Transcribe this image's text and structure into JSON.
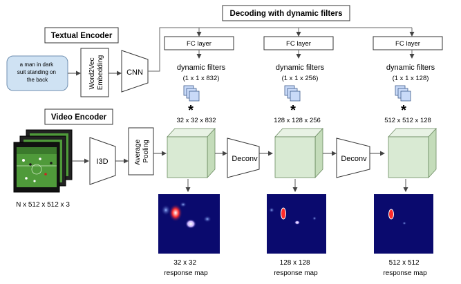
{
  "textual_encoder": {
    "title": "Textual Encoder",
    "sentence_lines": [
      "a man in dark",
      "suit standing on",
      "the back"
    ],
    "word2vec_lines": [
      "Word2Vec",
      "Embedding"
    ],
    "cnn_label": "CNN"
  },
  "decoding": {
    "title": "Decoding with dynamic filters",
    "fc_label": "FC layer",
    "filter_caption": "dynamic filters",
    "stages": [
      {
        "filter_shape": "(1 x 1 x 832)",
        "feature_size": "32 x 32 x 832",
        "map_caption": [
          "32 x 32",
          "response map"
        ]
      },
      {
        "filter_shape": "(1 x 1 x 256)",
        "feature_size": "128 x 128 x 256",
        "map_caption": [
          "128 x 128",
          "response map"
        ]
      },
      {
        "filter_shape": "(1 x 1 x 128)",
        "feature_size": "512 x 512 x 128",
        "map_caption": [
          "512 x 512",
          "response map"
        ]
      }
    ],
    "deconv_label": "Deconv",
    "convolve_symbol": "*"
  },
  "video_encoder": {
    "title": "Video Encoder",
    "input_size": "N x 512 x 512 x 3",
    "i3d_label": "I3D",
    "pooling_lines": [
      "Average",
      "Pooling"
    ]
  },
  "colors": {
    "sentence_fill": "#cfe2f3",
    "feature_front": "#d9ead3",
    "feature_top": "#e8f2e4",
    "feature_side": "#c4dcba",
    "filter_fill": "#c9daf8",
    "response_bg": "#0a0a6e",
    "field_green": "#4f9a3a"
  }
}
